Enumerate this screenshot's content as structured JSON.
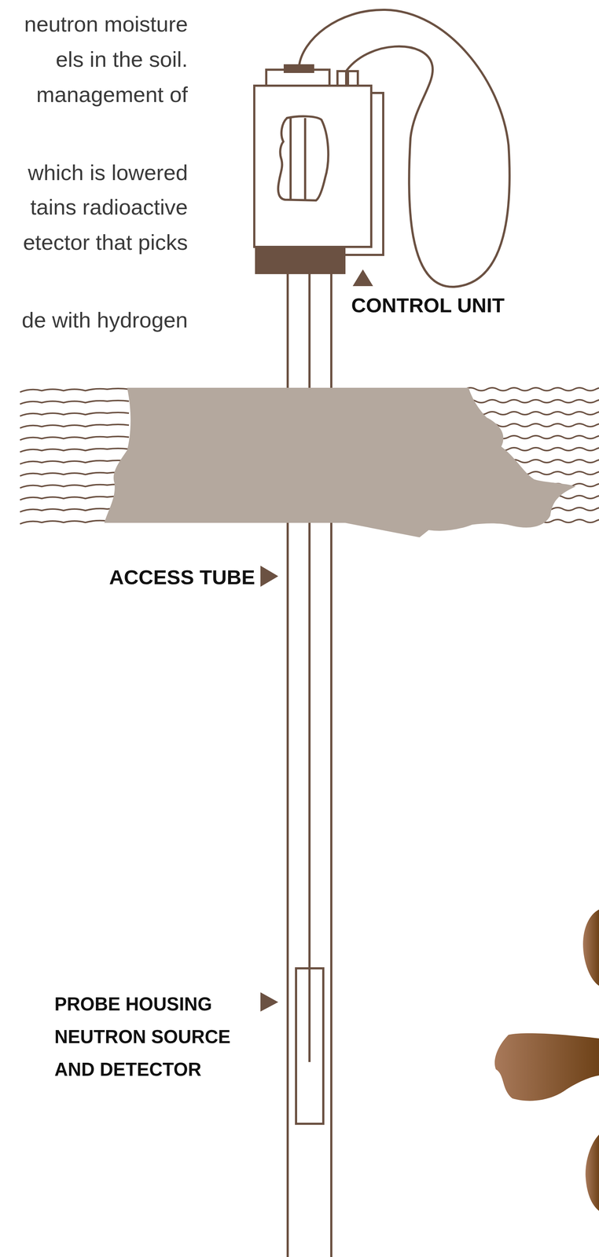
{
  "diagram": {
    "labels": [
      "neutron moisture",
      "els in the soil.",
      "management of",
      "which is lowered",
      "tains radioactive",
      "etector that picks",
      "de with hydrogen",
      "CONTROL UNIT",
      "ACCESS TUBE",
      "PROBE HOUSING NEUTRON SOURCE AND DETECTOR"
    ]
  }
}
